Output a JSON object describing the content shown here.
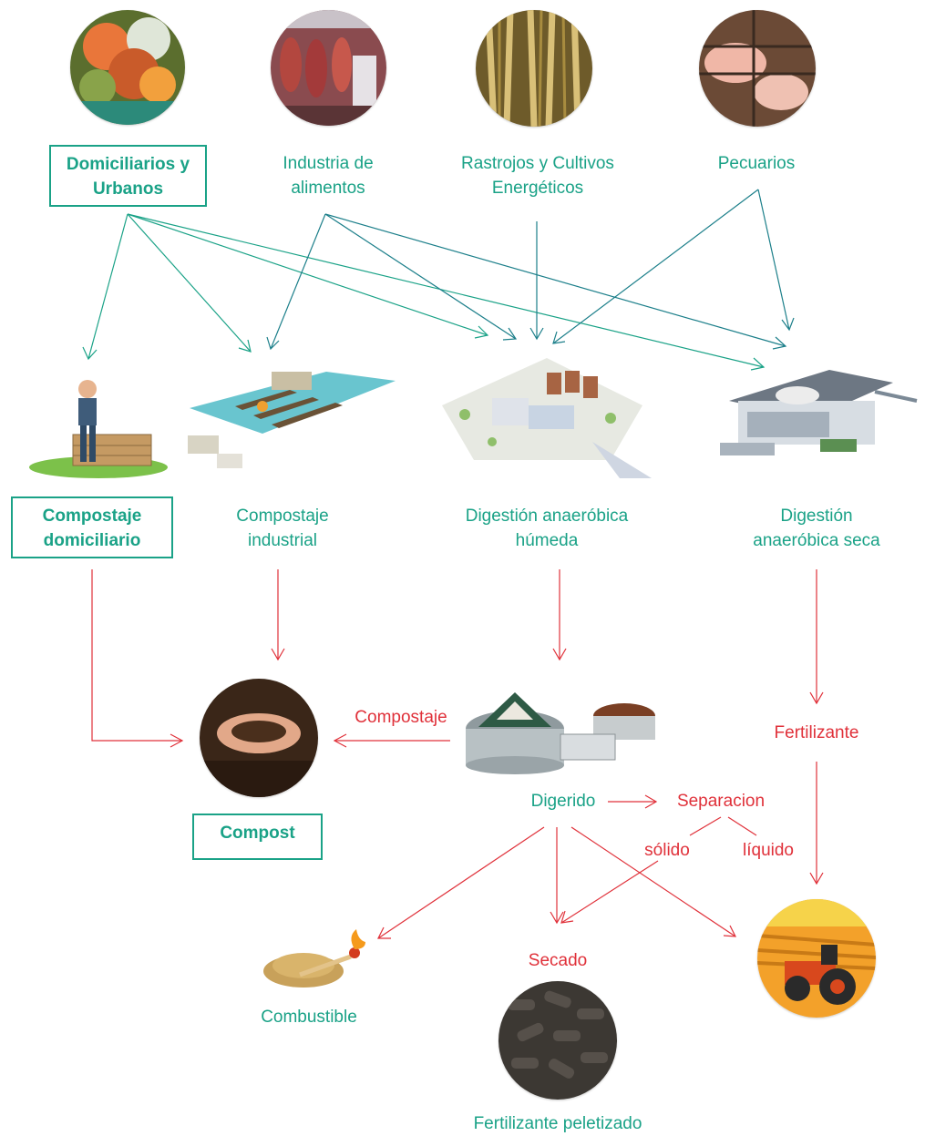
{
  "sources": {
    "domiciliarios": "Domiciliarios y Urbanos",
    "industria": "Industria de alimentos",
    "rastrojos": "Rastrojos y Cultivos Energéticos",
    "pecuarios": "Pecuarios"
  },
  "processes": {
    "compostaje_domiciliario": "Compostaje domiciliario",
    "compostaje_industrial": "Compostaje industrial",
    "digestion_humeda": "Digestión anaeróbica húmeda",
    "digestion_seca": "Digestión anaeróbica seca"
  },
  "products": {
    "compost": "Compost",
    "compostaje": "Compostaje",
    "digerido": "Digerido",
    "separacion": "Separacion",
    "solido": "sólido",
    "liquido": "líquido",
    "fertilizante": "Fertilizante",
    "secado": "Secado",
    "combustible": "Combustible",
    "fertilizante_peletizado": "Fertilizante peletizado"
  },
  "colors": {
    "teal": "#1aa287",
    "red": "#e0313a"
  }
}
